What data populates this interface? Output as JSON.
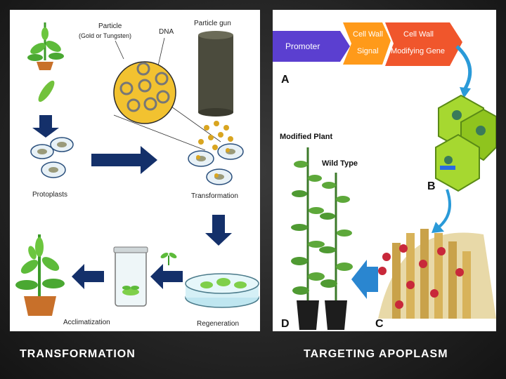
{
  "left_panel": {
    "particle_label_1": "Particle",
    "particle_label_2": "(Gold or Tungsten)",
    "dna_label": "DNA",
    "gun_label": "Particle gun",
    "protoplasts_label": "Protoplasts",
    "transformation_label": "Transformation",
    "regeneration_label": "Regeneration",
    "acclimatization_label": "Acclimatization",
    "caption": "TRANSFORMATION"
  },
  "right_panel": {
    "promoter_label": "Promoter",
    "signal_label_1": "Cell Wall",
    "signal_label_2": "Signal",
    "gene_label_1": "Cell Wall",
    "gene_label_2": "Modifying Gene",
    "label_a": "A",
    "label_b": "B",
    "label_c": "C",
    "label_d": "D",
    "modified_plant_label": "Modified Plant",
    "wild_type_label": "Wild Type",
    "caption": "TARGETING APOPLASM"
  },
  "colors": {
    "arrow_navy": "#14306a",
    "promoter_purple": "#5b3fd0",
    "signal_orange": "#ff9a1a",
    "gene_red": "#f0562c",
    "cell_green": "#a6d830",
    "particle_yellow": "#f2c230"
  }
}
